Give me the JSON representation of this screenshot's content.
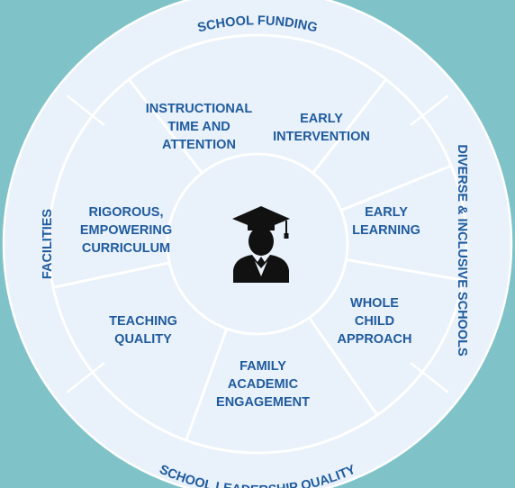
{
  "center": {
    "icon": "graduate-icon"
  },
  "inner_segments": [
    {
      "id": "instructional-time",
      "lines": [
        "INSTRUCTIONAL",
        "TIME AND",
        "ATTENTION"
      ]
    },
    {
      "id": "early-intervention",
      "lines": [
        "EARLY",
        "INTERVENTION"
      ]
    },
    {
      "id": "early-learning",
      "lines": [
        "EARLY",
        "LEARNING"
      ]
    },
    {
      "id": "whole-child",
      "lines": [
        "WHOLE",
        "CHILD",
        "APPROACH"
      ]
    },
    {
      "id": "family-engagement",
      "lines": [
        "FAMILY",
        "ACADEMIC",
        "ENGAGEMENT"
      ]
    },
    {
      "id": "teaching-quality",
      "lines": [
        "TEACHING",
        "QUALITY"
      ]
    },
    {
      "id": "rigorous-curriculum",
      "lines": [
        "RIGOROUS,",
        "EMPOWERING",
        "CURRICULUM"
      ]
    }
  ],
  "outer_ring": {
    "top": "SCHOOL FUNDING",
    "right": "DIVERSE & INCLUSIVE SCHOOLS",
    "bottom": "SCHOOL LEADERSHIP QUALITY",
    "left": "FACILITIES"
  },
  "colors": {
    "background": "#7fc3c8",
    "fill": "#e9f1fa",
    "lines": "#ffffff",
    "text": "#1f5b9e",
    "icon": "#111111"
  }
}
